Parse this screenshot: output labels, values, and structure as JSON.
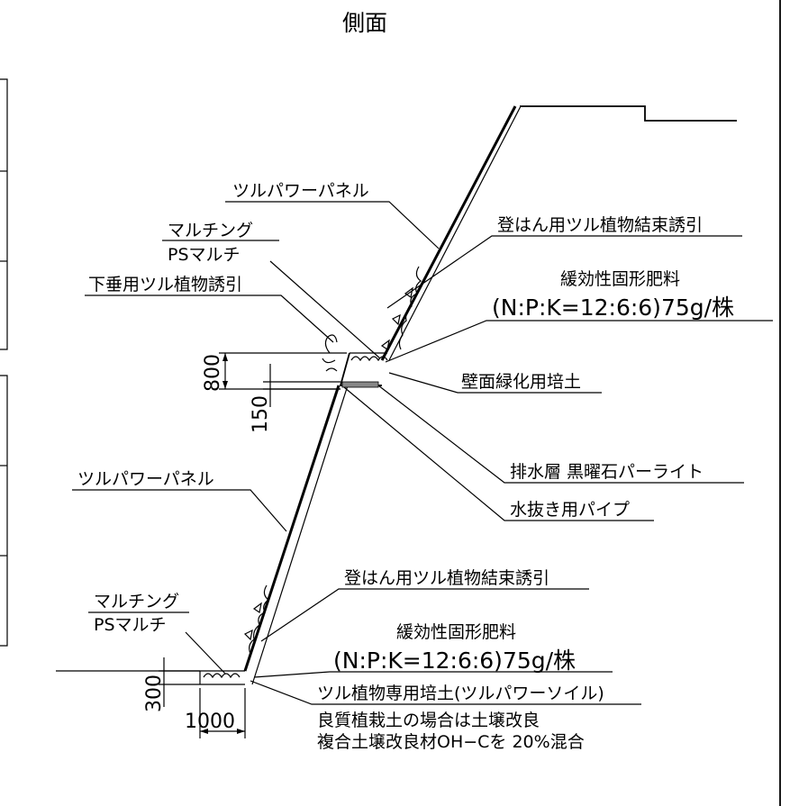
{
  "title": "側面",
  "labels": {
    "panel_upper": "ツルパワーパネル",
    "panel_lower": "ツルパワーパネル",
    "mulching_upper": "マルチング",
    "ps_mulch_upper": "PSマルチ",
    "hanging_vine": "下垂用ツル植物誘引",
    "climbing_vine_upper": "登はん用ツル植物結束誘引",
    "fertilizer_upper": "緩効性固形肥料",
    "fertilizer_formula_upper": "(N:P:K=12:6:6)75g/株",
    "wall_soil": "壁面緑化用培土",
    "drainage_layer": "排水層 黒曜石パーライト",
    "drain_pipe": "水抜き用パイプ",
    "climbing_vine_lower": "登はん用ツル植物結束誘引",
    "mulching_lower": "マルチング",
    "ps_mulch_lower": "PSマルチ",
    "fertilizer_lower": "緩効性固形肥料",
    "fertilizer_formula_lower": "(N:P:K=12:6:6)75g/株",
    "soil_special": "ツル植物専用培土(ツルパワーソイル)",
    "soil_note_1": "良質植栽土の場合は土壌改良",
    "soil_note_2": "複合土壌改良材OH−Cを 20%混合"
  },
  "dimensions": {
    "d800": "800",
    "d150": "150",
    "d300": "300",
    "d1000": "1000"
  }
}
